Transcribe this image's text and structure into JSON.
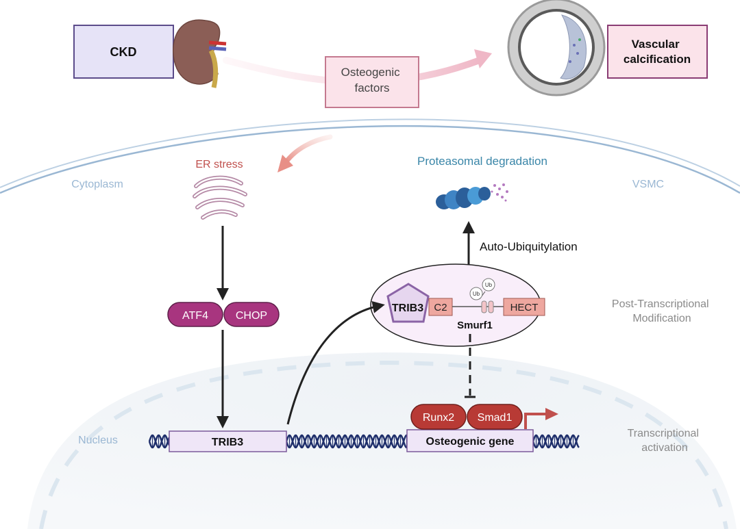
{
  "top": {
    "ckd_label": "CKD",
    "osteogenic_factors": [
      "Osteogenic",
      "factors"
    ],
    "vascular_calcification": [
      "Vascular",
      "calcification"
    ]
  },
  "cell": {
    "cytoplasm_label": "Cytoplasm",
    "vsmc_label": "VSMC",
    "nucleus_label": "Nucleus",
    "er_stress_label": "ER stress",
    "proteasomal_label": "Proteasomal degradation",
    "auto_ubiquitylation_label": "Auto-Ubiquitylation",
    "post_transcriptional_label": [
      "Post-Transcriptional",
      "Modification"
    ],
    "transcriptional_label": [
      "Transcriptional",
      "activation"
    ]
  },
  "proteins": {
    "atf4": "ATF4",
    "chop": "CHOP",
    "trib3_pentagon": "TRIB3",
    "c2": "C2",
    "hect": "HECT",
    "smurf1": "Smurf1",
    "ub1": "Ub",
    "ub2": "Ub",
    "runx2": "Runx2",
    "smad1": "Smad1"
  },
  "genes": {
    "trib3_gene": "TRIB3",
    "osteogenic_gene": "Osteogenic gene"
  },
  "colors": {
    "magenta": "#a8357f",
    "red_protein": "#b83a35",
    "box_purple_fill": "#e6e3f7",
    "box_purple_stroke": "#5b4b8a",
    "pink_box_fill": "#fbe3ea",
    "pink_box_stroke": "#c4798f",
    "gene_fill": "#efe6f7",
    "gene_stroke": "#7a5a9a",
    "dna_blue": "#1f2f6b",
    "membrane_blue": "#9ab7d3",
    "salmon": "#e6a39c",
    "teal_text": "#3a86a8",
    "er_red": "#c0504d"
  }
}
